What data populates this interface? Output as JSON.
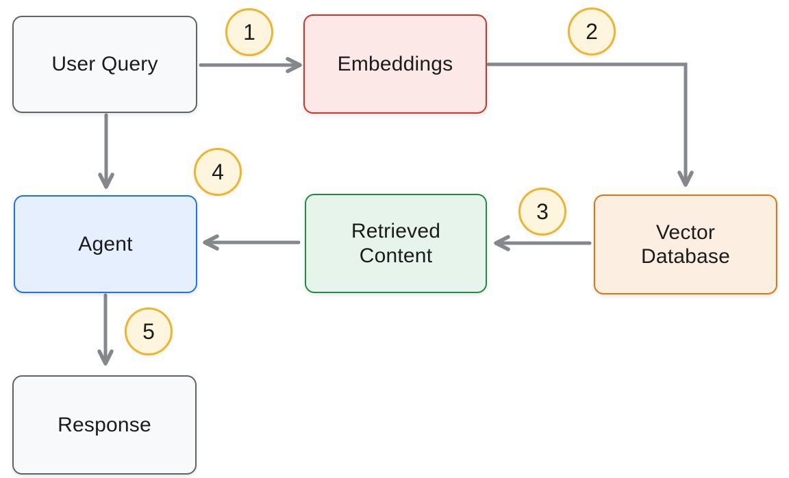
{
  "diagram": {
    "nodes": [
      {
        "id": "user-query",
        "label": "User Query",
        "fill": "#f8f9fa",
        "border": "#5f6368"
      },
      {
        "id": "embeddings",
        "label": "Embeddings",
        "fill": "#fce9e7",
        "border": "#d93025"
      },
      {
        "id": "vector-database",
        "label": "Vector\nDatabase",
        "fill": "#fdeee2",
        "border": "#e8710a"
      },
      {
        "id": "retrieved-content",
        "label": "Retrieved\nContent",
        "fill": "#e7f4ec",
        "border": "#1e8e3e"
      },
      {
        "id": "agent",
        "label": "Agent",
        "fill": "#e6effe",
        "border": "#1a73e8"
      },
      {
        "id": "response",
        "label": "Response",
        "fill": "#f8f9fa",
        "border": "#5f6368"
      }
    ],
    "badges": [
      {
        "label": "1"
      },
      {
        "label": "2"
      },
      {
        "label": "3"
      },
      {
        "label": "4"
      },
      {
        "label": "5"
      }
    ],
    "style": {
      "badge_fill": "#fdf5dd",
      "badge_border": "#f0b429",
      "arrow_color": "#84878b",
      "text_color": "#1b1b1b",
      "background": "#ffffff"
    },
    "arrows": [
      {
        "name": "user-query-to-embeddings"
      },
      {
        "name": "embeddings-to-vector-database"
      },
      {
        "name": "vector-database-to-retrieved-content"
      },
      {
        "name": "retrieved-content-to-agent"
      },
      {
        "name": "user-query-to-agent"
      },
      {
        "name": "agent-to-response"
      }
    ]
  }
}
